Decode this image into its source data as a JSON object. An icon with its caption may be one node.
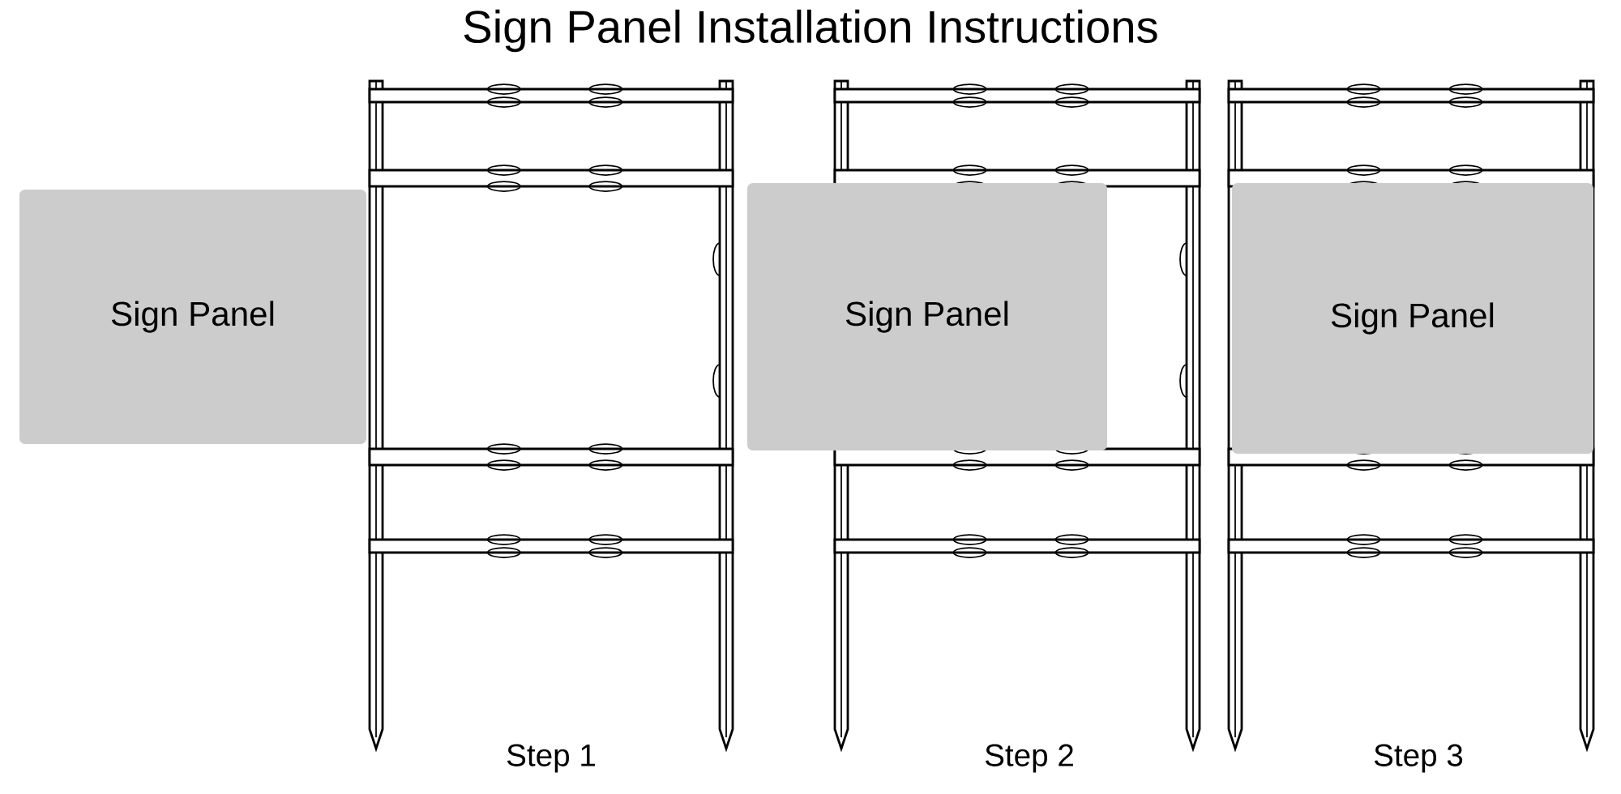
{
  "diagram": {
    "title": "Sign Panel Installation Instructions",
    "nodes": [
      {
        "text": [
          "Sign Panel"
        ]
      },
      {
        "text": [
          "Sign Panel"
        ]
      },
      {
        "text": [
          "Sign Panel"
        ]
      }
    ],
    "labels": [
      "Step 1",
      "Step 2",
      "Step 3"
    ]
  }
}
